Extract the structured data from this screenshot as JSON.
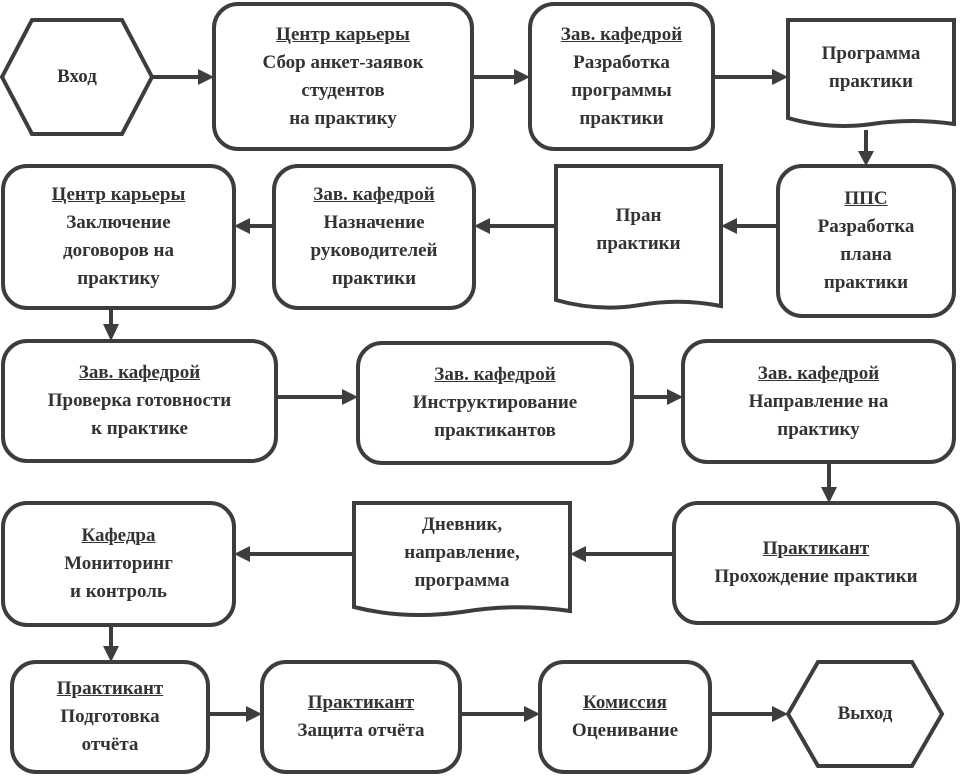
{
  "diagram": {
    "title": "Flowchart of student internship organization",
    "terminals": {
      "entry": "Вход",
      "exit": "Выход"
    },
    "documents": {
      "program": [
        "Программа",
        "практики"
      ],
      "plan": [
        "Пран",
        "практики"
      ],
      "diary": [
        "Дневник,",
        "направление,",
        "программа"
      ]
    },
    "processes": {
      "collect_applications": {
        "role": "Центр карьеры",
        "lines": [
          "Сбор анкет-заявок",
          "студентов",
          "на практику"
        ]
      },
      "develop_program": {
        "role": "Зав. кафедрой",
        "lines": [
          "Разработка",
          "программы",
          "практики"
        ]
      },
      "develop_plan": {
        "role": "ППС",
        "lines": [
          "Разработка",
          "плана",
          "практики"
        ]
      },
      "assign_supervisors": {
        "role": "Зав. кафедрой",
        "lines": [
          "Назначение",
          "руководителей",
          "практики"
        ]
      },
      "contracts": {
        "role": "Центр карьеры",
        "lines": [
          "Заключение",
          "договоров на",
          "практику"
        ]
      },
      "readiness_check": {
        "role": "Зав. кафедрой",
        "lines": [
          "Проверка готовности",
          "к практике"
        ]
      },
      "instruction": {
        "role": "Зав. кафедрой",
        "lines": [
          "Инструктирование",
          "практикантов"
        ]
      },
      "referral": {
        "role": "Зав. кафедрой",
        "lines": [
          "Направление на",
          "практику"
        ]
      },
      "internship": {
        "role": "Практикант",
        "lines": [
          "Прохождение практики"
        ]
      },
      "monitoring": {
        "role": "Кафедра",
        "lines": [
          "Мониторинг",
          "и контроль"
        ]
      },
      "report_prep": {
        "role": "Практикант",
        "lines": [
          "Подготовка",
          "отчёта"
        ]
      },
      "defense": {
        "role": "Практикант",
        "lines": [
          "Защита отчёта"
        ]
      },
      "evaluation": {
        "role": "Комиссия",
        "lines": [
          "Оценивание"
        ]
      }
    },
    "flow": [
      "Вход",
      "Центр карьеры: Сбор анкет-заявок студентов на практику",
      "Зав. кафедрой: Разработка программы практики",
      "Программа практики",
      "ППС: Разработка плана практики",
      "Пран практики",
      "Зав. кафедрой: Назначение руководителей практики",
      "Центр карьеры: Заключение договоров на практику",
      "Зав. кафедрой: Проверка готовности к практике",
      "Зав. кафедрой: Инструктирование практикантов",
      "Зав. кафедрой: Направление на практику",
      "Практикант: Прохождение практики",
      "Дневник, направление, программа",
      "Кафедра: Мониторинг и контроль",
      "Практикант: Подготовка отчёта",
      "Практикант: Защита отчёта",
      "Комиссия: Оценивание",
      "Выход"
    ],
    "colors": {
      "stroke": "#3d3d3d",
      "text": "#333333",
      "background": "#ffffff"
    }
  }
}
